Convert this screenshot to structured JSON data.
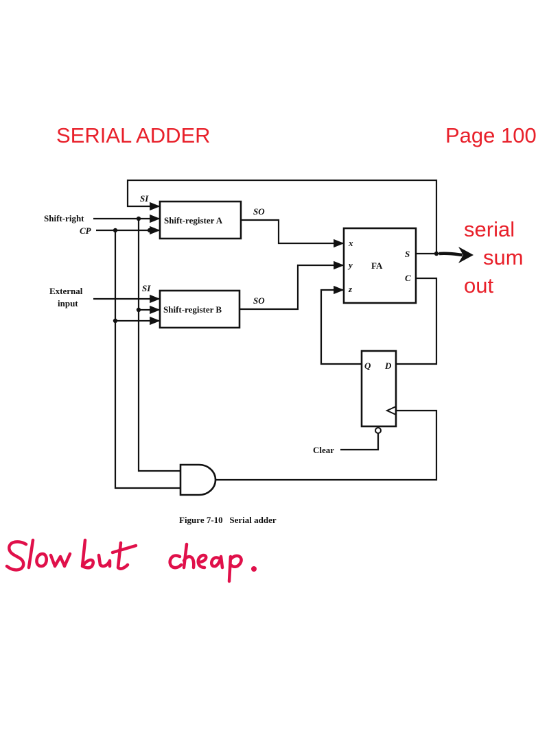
{
  "annotations": {
    "title": "SERIAL ADDER",
    "page": "Page 100",
    "sum_out": [
      "serial",
      "sum",
      "out"
    ],
    "handwritten_note": "Slow but cheap."
  },
  "colors": {
    "annotation_red": "#e8202a",
    "handwriting_pink": "#e0104a",
    "ink": "#111111"
  },
  "diagram": {
    "inputs": {
      "shift_right": "Shift-right",
      "cp": "CP",
      "external_input": "External input",
      "clear": "Clear"
    },
    "register_a": {
      "label": "Shift-register A",
      "si": "SI",
      "so": "SO"
    },
    "register_b": {
      "label": "Shift-register B",
      "si": "SI",
      "so": "SO"
    },
    "full_adder": {
      "label": "FA",
      "in_x": "x",
      "in_y": "y",
      "in_z": "z",
      "out_s": "S",
      "out_c": "C"
    },
    "flip_flop": {
      "q": "Q",
      "d": "D"
    },
    "caption": "Figure 7-10   Serial adder"
  }
}
